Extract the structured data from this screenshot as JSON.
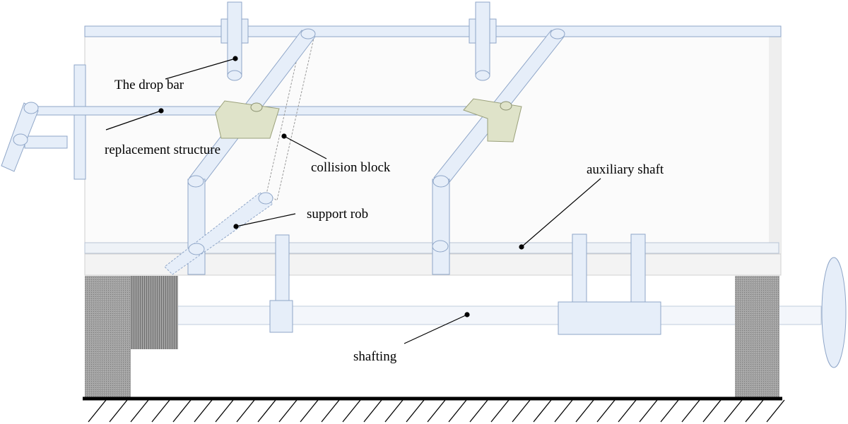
{
  "labels": {
    "drop_bar": "The drop bar",
    "replacement_structure": "replacement structure",
    "collision_block": "collision block",
    "auxiliary_shaft": "auxiliary shaft",
    "support_rob": "support rob",
    "shafting": "shafting"
  },
  "colors": {
    "part_fill": "#e6eef9",
    "part_stroke": "#8fa6c8",
    "frame_fill": "#fbfbfb",
    "frame_stroke": "#c8c8c8",
    "collision_block_fill": "#dfe3c9",
    "collision_block_stroke": "#9aa07a",
    "wheel_fill": "#9c9c9c",
    "ground": "#000000"
  }
}
